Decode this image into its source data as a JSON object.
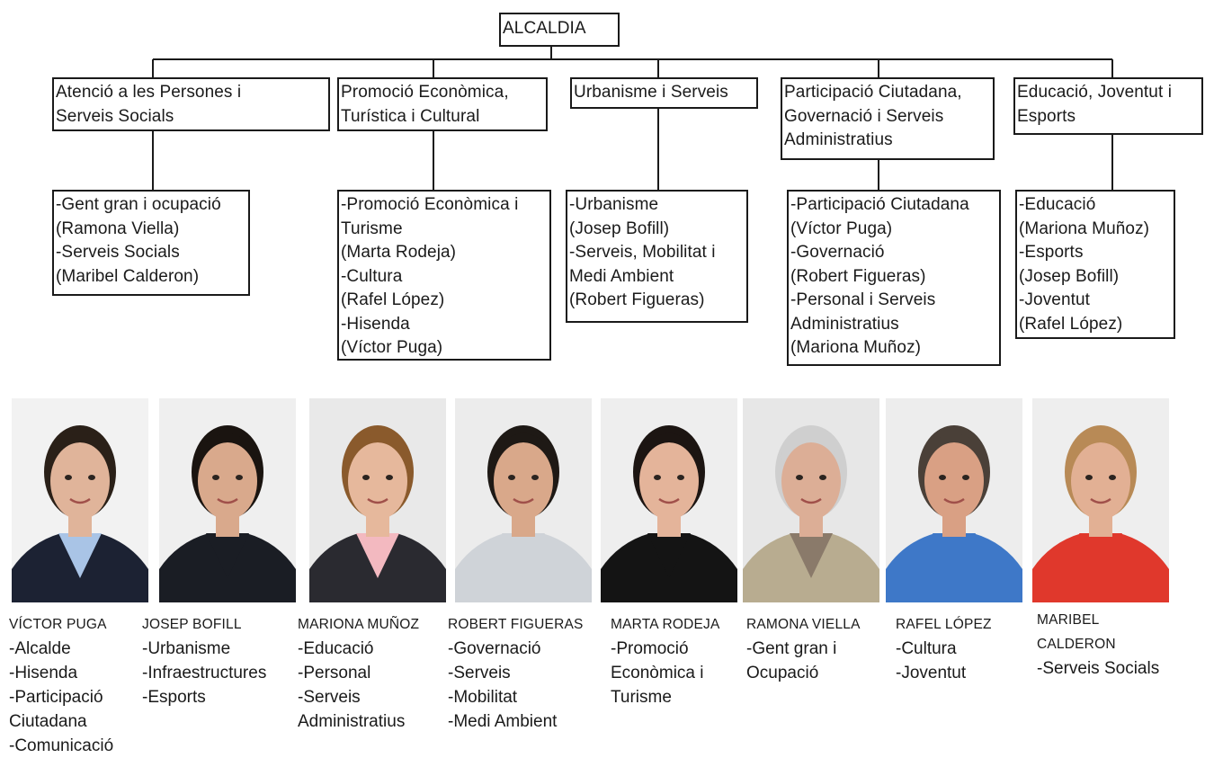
{
  "root": {
    "label": "ALCALDIA"
  },
  "areas": [
    {
      "title": [
        "Atenció a les Persones i",
        "Serveis Socials"
      ],
      "items": [
        "-Gent gran i ocupació",
        "(Ramona Viella)",
        "-Serveis Socials",
        "(Maribel Calderon)"
      ]
    },
    {
      "title": [
        "Promoció Econòmica,",
        "Turística i Cultural"
      ],
      "items": [
        "-Promoció Econòmica i",
        "Turisme",
        "(Marta Rodeja)",
        "-Cultura",
        "(Rafel López)",
        "-Hisenda",
        "(Víctor Puga)"
      ]
    },
    {
      "title": [
        "Urbanisme i Serveis"
      ],
      "items": [
        "-Urbanisme",
        "(Josep Bofill)",
        "-Serveis, Mobilitat i",
        "Medi Ambient",
        "(Robert Figueras)"
      ]
    },
    {
      "title": [
        "Participació Ciutadana,",
        "Governació i Serveis",
        "Administratius"
      ],
      "items": [
        "-Participació Ciutadana",
        "(Víctor Puga)",
        "-Governació",
        "(Robert Figueras)",
        "-Personal i Serveis",
        "Administratius",
        "(Mariona Muñoz)"
      ]
    },
    {
      "title": [
        "Educació, Joventut i",
        "Esports"
      ],
      "items": [
        "-Educació",
        "(Mariona Muñoz)",
        "-Esports",
        "(Josep Bofill)",
        "-Joventut",
        "(Rafel López)"
      ]
    }
  ],
  "people": [
    {
      "name": "VÍCTOR PUGA",
      "roles": [
        "-Alcalde",
        "-Hisenda",
        "-Participació",
        "Ciutadana",
        "-Comunicació"
      ],
      "colors": {
        "bg": "#f2f2f2",
        "skin": "#e0b49a",
        "hair": "#2a2018",
        "shirt": "#a9c4e6",
        "jacket": "#1c2233"
      }
    },
    {
      "name": "JOSEP BOFILL",
      "roles": [
        "-Urbanisme",
        "-Infraestructures",
        "-Esports"
      ],
      "colors": {
        "bg": "#efefef",
        "skin": "#d9a98c",
        "hair": "#1a1410",
        "shirt": "#1a1d24",
        "jacket": "#1a1d24"
      }
    },
    {
      "name": "MARIONA MUÑOZ",
      "roles": [
        "-Educació",
        "-Personal",
        "-Serveis",
        "Administratius"
      ],
      "colors": {
        "bg": "#e9e9e9",
        "skin": "#e6b89c",
        "hair": "#8a5a2c",
        "shirt": "#f3b9c0",
        "jacket": "#2a2a30"
      }
    },
    {
      "name": "ROBERT FIGUERAS",
      "roles": [
        "-Governació",
        "-Serveis",
        "-Mobilitat",
        "-Medi Ambient"
      ],
      "colors": {
        "bg": "#ececec",
        "skin": "#d9a88a",
        "hair": "#1e1915",
        "shirt": "#cfd3d8",
        "jacket": "#cfd3d8"
      }
    },
    {
      "name": "MARTA RODEJA",
      "roles": [
        "-Promoció",
        "Econòmica i",
        "Turisme"
      ],
      "colors": {
        "bg": "#eeeeee",
        "skin": "#e4b49a",
        "hair": "#1c1512",
        "shirt": "#141414",
        "jacket": "#141414"
      }
    },
    {
      "name": "RAMONA VIELLA",
      "roles": [
        "-Gent gran i",
        "Ocupació"
      ],
      "colors": {
        "bg": "#e7e7e7",
        "skin": "#dcae96",
        "hair": "#cfcfcf",
        "shirt": "#8a7a6a",
        "jacket": "#b8ac90"
      }
    },
    {
      "name": "RAFEL LÓPEZ",
      "roles": [
        "-Cultura",
        "-Joventut"
      ],
      "colors": {
        "bg": "#ededed",
        "skin": "#d9a084",
        "hair": "#4a4038",
        "shirt": "#3e78c8",
        "jacket": "#3e78c8"
      }
    },
    {
      "name": "MARIBEL CALDERON",
      "roles": [
        "-Serveis Socials"
      ],
      "colors": {
        "bg": "#eeeeee",
        "skin": "#e2b094",
        "hair": "#b88a56",
        "shirt": "#e0382c",
        "jacket": "#e0382c"
      }
    }
  ]
}
